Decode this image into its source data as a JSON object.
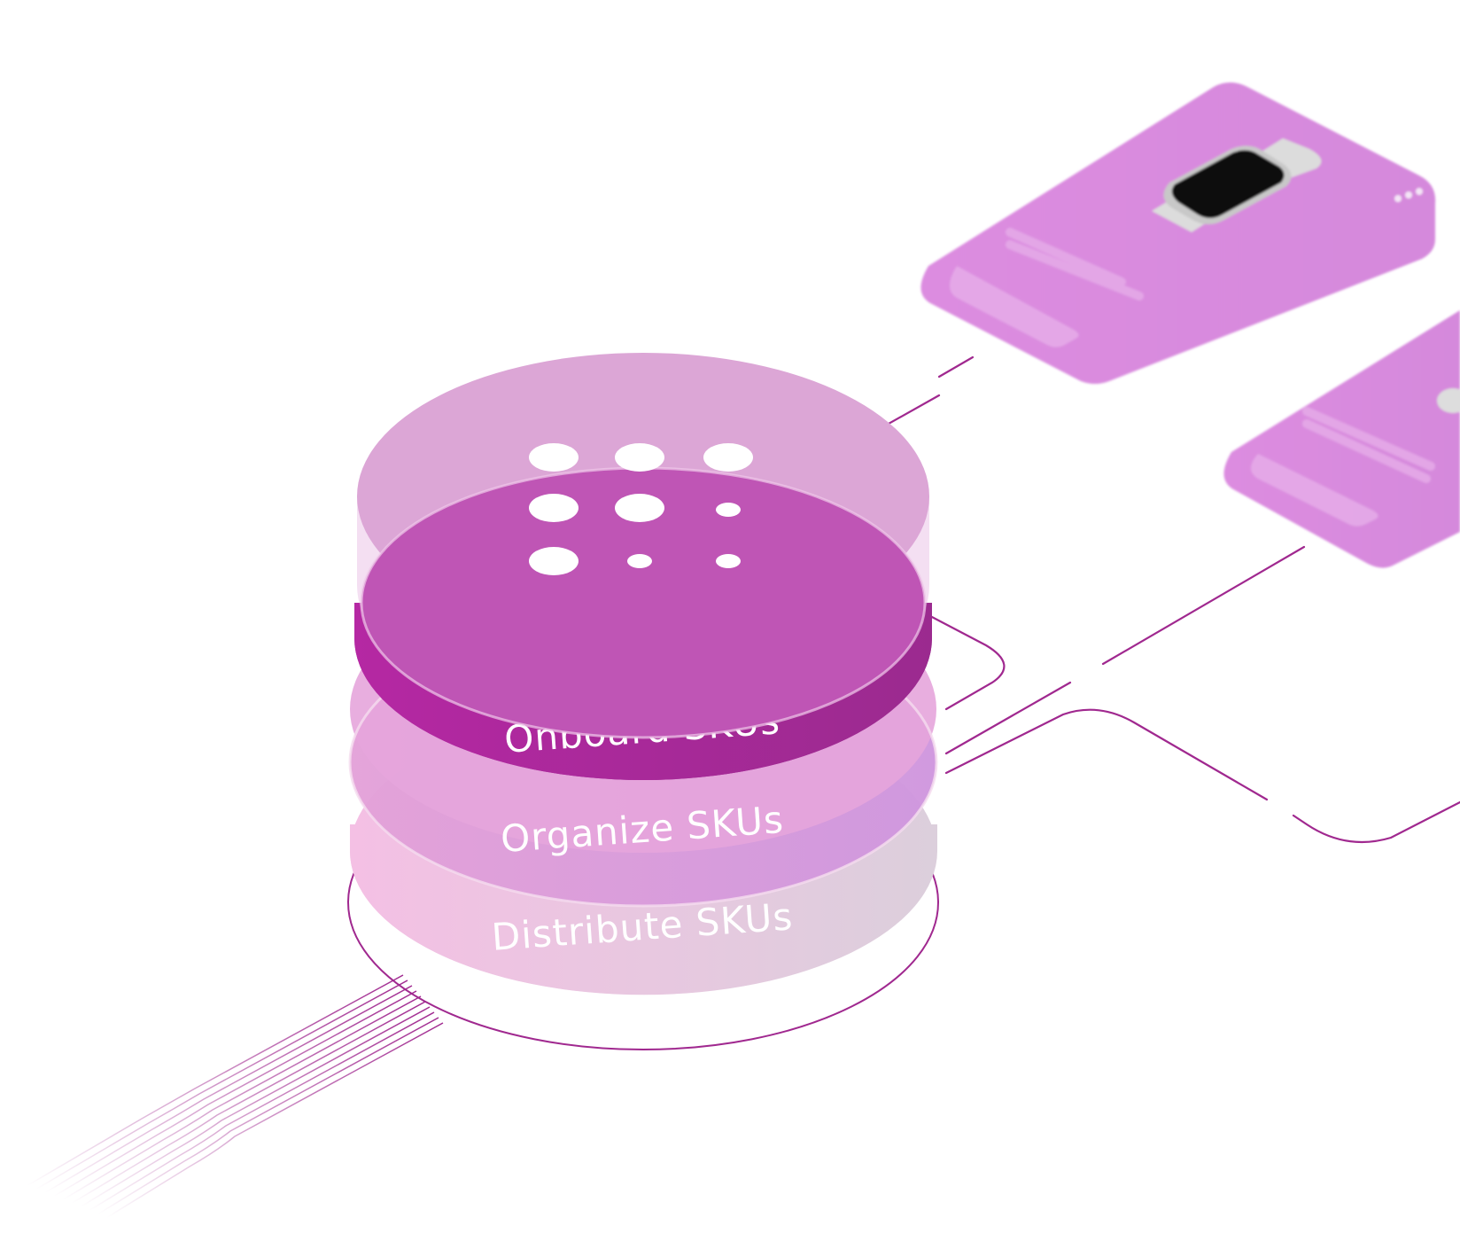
{
  "layers": [
    {
      "id": "onboard",
      "label": "Onboard SKUs"
    },
    {
      "id": "organize",
      "label": "Organize SKUs"
    },
    {
      "id": "distribute",
      "label": "Distribute SKUs"
    }
  ],
  "colors": {
    "accent": "#a0288f",
    "onboard": "#b42aa4",
    "top_disc": "#d9a4d4",
    "organize": "#d58fd8",
    "distribute": "#f1c2e6",
    "card": "#d98add",
    "line": "#a02aa0"
  },
  "cards": [
    {
      "name": "product-card-watch",
      "icon": "watch-icon",
      "menu_icon": "more-dots-icon"
    },
    {
      "name": "product-card-earbuds",
      "icon": "earbuds-icon"
    }
  ],
  "logo": {
    "name": "brand-dot-grid-logo"
  }
}
